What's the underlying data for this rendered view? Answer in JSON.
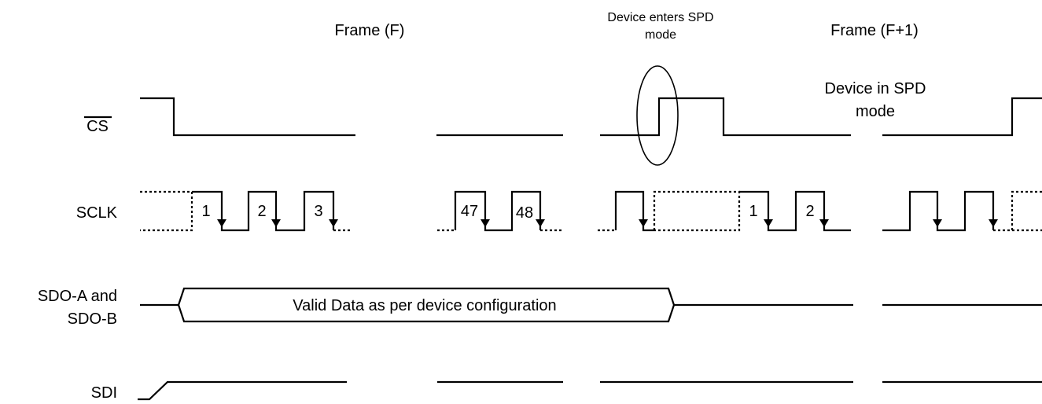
{
  "annotations": {
    "frame_f": "Frame (F)",
    "frame_f1": "Frame (F+1)",
    "spd_enter_line1": "Device enters SPD",
    "spd_enter_line2": "mode",
    "spd_in_line1": "Device in SPD",
    "spd_in_line2": "mode"
  },
  "signals": {
    "cs": "CS",
    "sclk": "SCLK",
    "sdo_line1": "SDO-A and",
    "sdo_line2": "SDO-B",
    "sdi": "SDI"
  },
  "data_bus": {
    "label": "Valid Data as per device configuration"
  },
  "clock_numbers": [
    "1",
    "2",
    "3",
    "47",
    "48",
    "1",
    "2"
  ]
}
